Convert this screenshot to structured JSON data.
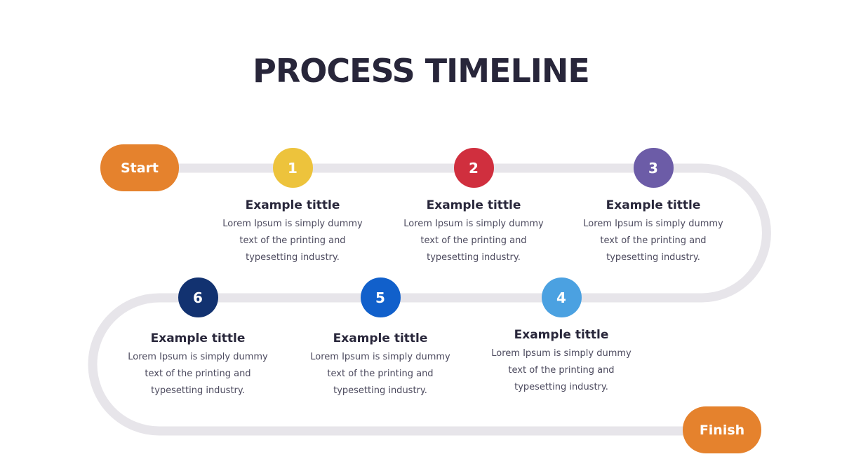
{
  "slide": {
    "title": "PROCESS TIMELINE"
  },
  "timeline": {
    "start_label": "Start",
    "finish_label": "Finish",
    "terminal_color": "#E5822D",
    "track_color": "#E7E5EA"
  },
  "steps": [
    {
      "number": "1",
      "color": "#EDC33C",
      "title": "Example tittle",
      "body_lines": [
        "Lorem Ipsum is simply dummy",
        "text of the printing and",
        "typesetting industry."
      ]
    },
    {
      "number": "2",
      "color": "#D02F3E",
      "title": "Example tittle",
      "body_lines": [
        "Lorem Ipsum is simply dummy",
        "text of the printing and",
        "typesetting industry."
      ]
    },
    {
      "number": "3",
      "color": "#6C5CA7",
      "title": "Example tittle",
      "body_lines": [
        "Lorem Ipsum is simply dummy",
        "text of the printing and",
        "typesetting industry."
      ]
    },
    {
      "number": "4",
      "color": "#4BA1E1",
      "title": "Example tittle",
      "body_lines": [
        "Lorem Ipsum is simply dummy",
        "text of the printing and",
        "typesetting industry."
      ]
    },
    {
      "number": "5",
      "color": "#1160CB",
      "title": "Example tittle",
      "body_lines": [
        "Lorem Ipsum is simply dummy",
        "text of the printing and",
        "typesetting industry."
      ]
    },
    {
      "number": "6",
      "color": "#123270",
      "title": "Example tittle",
      "body_lines": [
        "Lorem Ipsum is simply dummy",
        "text of the printing and",
        "typesetting industry."
      ]
    }
  ]
}
